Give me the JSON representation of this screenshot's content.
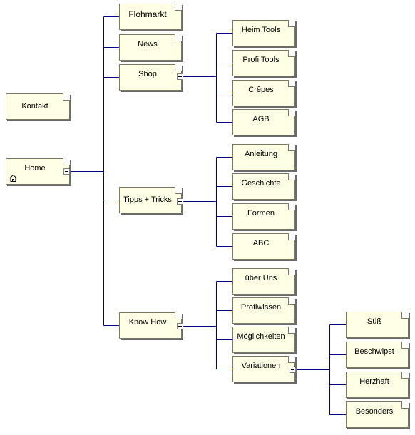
{
  "diagram": {
    "nodes": {
      "flohmarkt": "Flohmarkt",
      "news": "News",
      "shop": "Shop",
      "kontakt": "Kontakt",
      "home": "Home",
      "tipps": "Tipps + Tricks",
      "knowhow": "Know How",
      "heimtools": "Heim Tools",
      "profitools": "Profi Tools",
      "crepes": "Crêpes",
      "agb": "AGB",
      "anleitung": "Anleitung",
      "geschichte": "Geschichte",
      "formen": "Formen",
      "abc": "ABC",
      "ueberuns": "über Uns",
      "profiwissen": "Profiwissen",
      "moeglichkeiten": "Möglichkeiten",
      "variationen": "Variationen",
      "suess": "Süß",
      "beschwipst": "Beschwipst",
      "herzhaft": "Herzhaft",
      "besonders": "Besonders"
    },
    "icons": {
      "home_node": "home-icon"
    },
    "colors": {
      "node_fill": "#ffffe6",
      "node_border": "#7a7a64",
      "connector": "#000080"
    }
  }
}
